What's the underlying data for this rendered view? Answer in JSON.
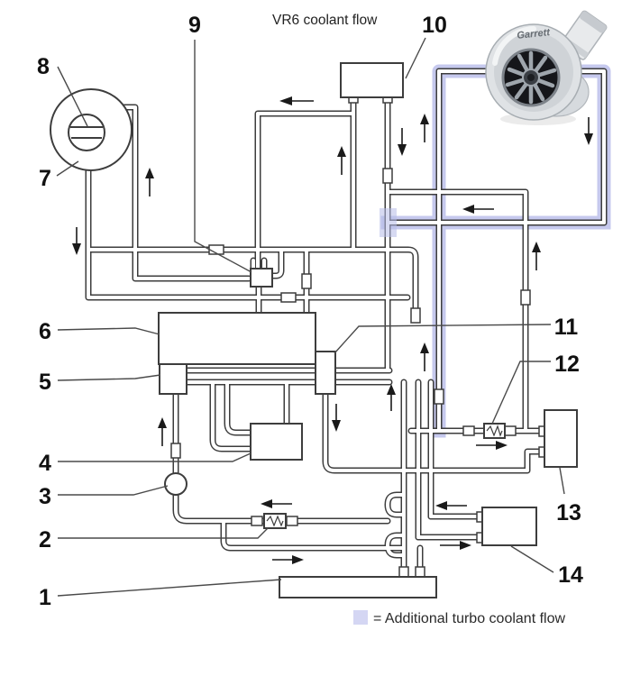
{
  "title": "VR6 coolant flow",
  "legend": {
    "text": "= Additional turbo coolant flow"
  },
  "turbo": {
    "brand": "Garrett"
  },
  "colors": {
    "highlight_band": "#c6c9ee",
    "highlight_swatch": "#d4d6f3",
    "pipe_outline": "#3d3d3d",
    "pipe_fill": "#ffffff",
    "label_color": "#111111"
  },
  "callouts": {
    "n1": "1",
    "n2": "2",
    "n3": "3",
    "n4": "4",
    "n5": "5",
    "n6": "6",
    "n7": "7",
    "n8": "8",
    "n9": "9",
    "n10": "10",
    "n11": "11",
    "n12": "12",
    "n13": "13",
    "n14": "14"
  }
}
